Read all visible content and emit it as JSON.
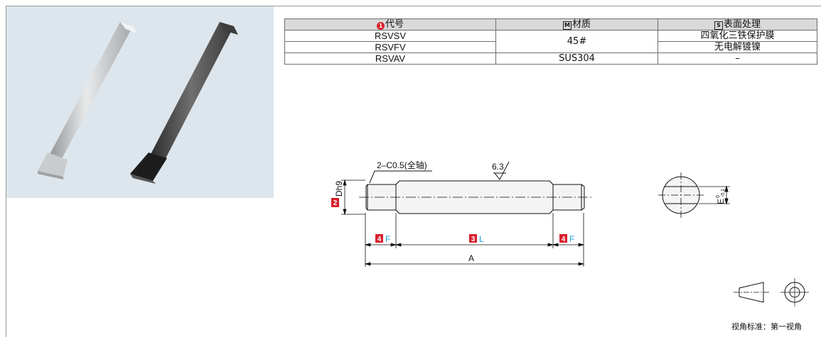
{
  "table": {
    "header": {
      "code_badge": "1",
      "code_label": "代号",
      "material_badge": "M",
      "material_label": "材质",
      "surface_badge": "S",
      "surface_label": "表面处理"
    },
    "rows": [
      {
        "code": "RSVSV",
        "material": "45#",
        "surface": "四氧化三铁保护膜"
      },
      {
        "code": "RSVFV",
        "material": "45#",
        "surface": "无电解镀镍"
      },
      {
        "code": "RSVAV",
        "material": "SUS304",
        "surface": "–"
      }
    ]
  },
  "drawing": {
    "chamfer_note": "2–C0.5(全轴)",
    "roughness": "6.3",
    "dia_badge": "2",
    "dia_label": "Dh9",
    "f_badge": "4",
    "f_label": "F",
    "l_badge": "3",
    "l_label": "L",
    "a_label": "A",
    "flat_tol_upper": "0",
    "flat_tol_lower": "-0.1",
    "flat_label": "E"
  },
  "projection_note": "视角标准：第一视角",
  "colors": {
    "code": "#1aa0dc",
    "badge_red": "#d81e2a",
    "header_bg": "#d9d9d9",
    "photo_bg": "#dde6ec"
  }
}
